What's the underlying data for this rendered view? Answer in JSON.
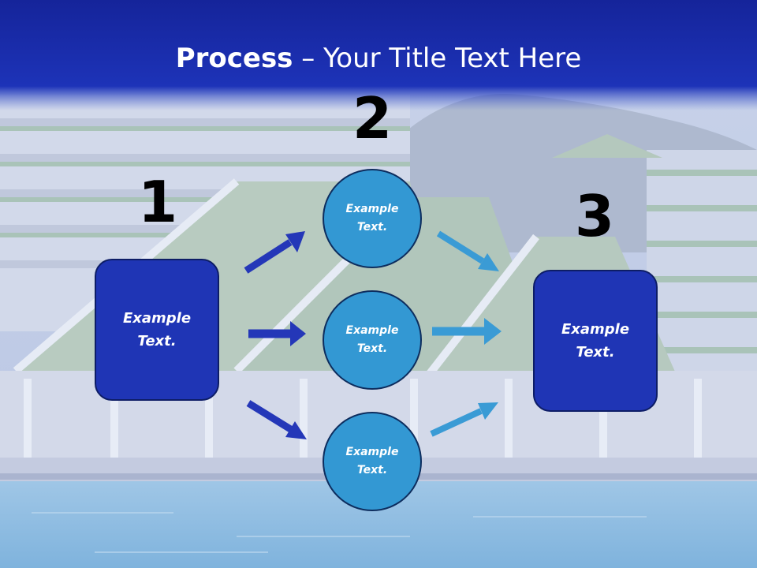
{
  "title": {
    "bold": "Process",
    "rest": " – Your Title Text Here"
  },
  "steps": [
    {
      "number": "1"
    },
    {
      "number": "2"
    },
    {
      "number": "3"
    }
  ],
  "left_box": {
    "text": "Example Text."
  },
  "circles": [
    {
      "text": "Example Text."
    },
    {
      "text": "Example Text."
    },
    {
      "text": "Example Text."
    }
  ],
  "right_box": {
    "text": "Example Text."
  },
  "colors": {
    "header_blue": "#1a2fb0",
    "box_blue": "#1f35b5",
    "circle_blue": "#3398d3",
    "arrow_dark": "#2437b8",
    "arrow_light": "#3a9bd5"
  }
}
